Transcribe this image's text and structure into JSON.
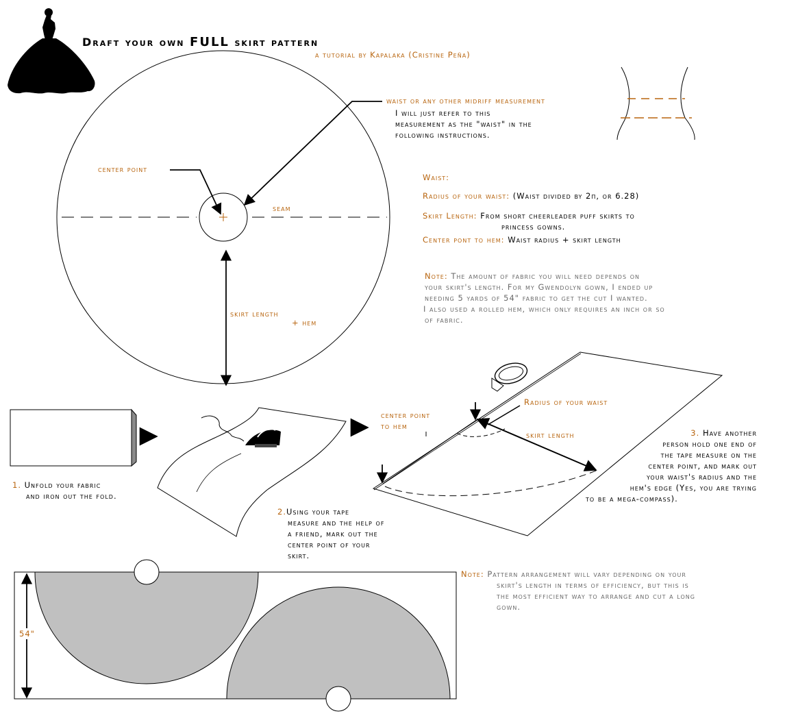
{
  "header": {
    "title_pre": "Draft your own",
    "title_bold": "FULL",
    "title_post": "skirt pattern",
    "byline": "a tutorial by Kapalaka (Cristine Peña)"
  },
  "diagram_labels": {
    "waist_measurement": "waist or any other midriff measurement",
    "waist_note_1": "I will just refer to this",
    "waist_note_2": "measurement as the \"waist\" in the",
    "waist_note_3": "following instructions.",
    "center_point": "center point",
    "seam": "seam",
    "skirt_length": "skirt length",
    "plus_hem": "+ hem"
  },
  "formulas": {
    "waist": "Waist:",
    "radius_label": "Radius of your waist:",
    "radius_value": "(Waist divided by 2π, or 6.28)",
    "length_label": "Skirt Length:",
    "length_value_1": "From short cheerleader puff skirts to",
    "length_value_2": "princess gowns.",
    "hem_label": "Center pont to hem:",
    "hem_value": "Waist radius + skirt length"
  },
  "note1": {
    "label": "Note:",
    "line1": "The amount of fabric you will need depends on",
    "line2": "your skirt's length. For my Gwendolyn gown, I ended up",
    "line3": "needing 5 yards of 54\" fabric to get the cut I wanted.",
    "line4": "I also used a rolled hem, which only requires an inch or so",
    "line5": "of fabric."
  },
  "steps": {
    "step1_num": "1.",
    "step1_line1": "Unfold your fabric",
    "step1_line2": "and iron out the fold.",
    "step2_num": "2.",
    "step2_line1": "Using your tape",
    "step2_line2": "measure and the help of",
    "step2_line3": "a friend, mark out the",
    "step2_line4": "center point of your",
    "step2_line5": "skirt.",
    "step3_num": "3.",
    "step3_line1": "Have another",
    "step3_line2": "person hold one end of",
    "step3_line3": "the tape measure on the",
    "step3_line4": "center point, and mark out",
    "step3_line5": "your waist's radius and the",
    "step3_line6": "hem's edge  (Yes, you are trying",
    "step3_line7": "to be a mega-compass)."
  },
  "step3_labels": {
    "center_to_hem_1": "center point",
    "center_to_hem_2": "to hem",
    "radius": "Radius of your waist",
    "skirt_length": "skirt length"
  },
  "layout_panel": {
    "width_label": "54\""
  },
  "note2": {
    "label": "Note:",
    "line1": "Pattern arrangement will vary depending on your",
    "line2": "skirt's length in terms of efficiency, but this is",
    "line3": "the most efficient way to arrange and cut a long",
    "line4": "gown."
  },
  "colors": {
    "accent_orange": "#b8650f",
    "note_gray": "#6a6a6a",
    "pattern_fill": "#c0c0c0"
  }
}
